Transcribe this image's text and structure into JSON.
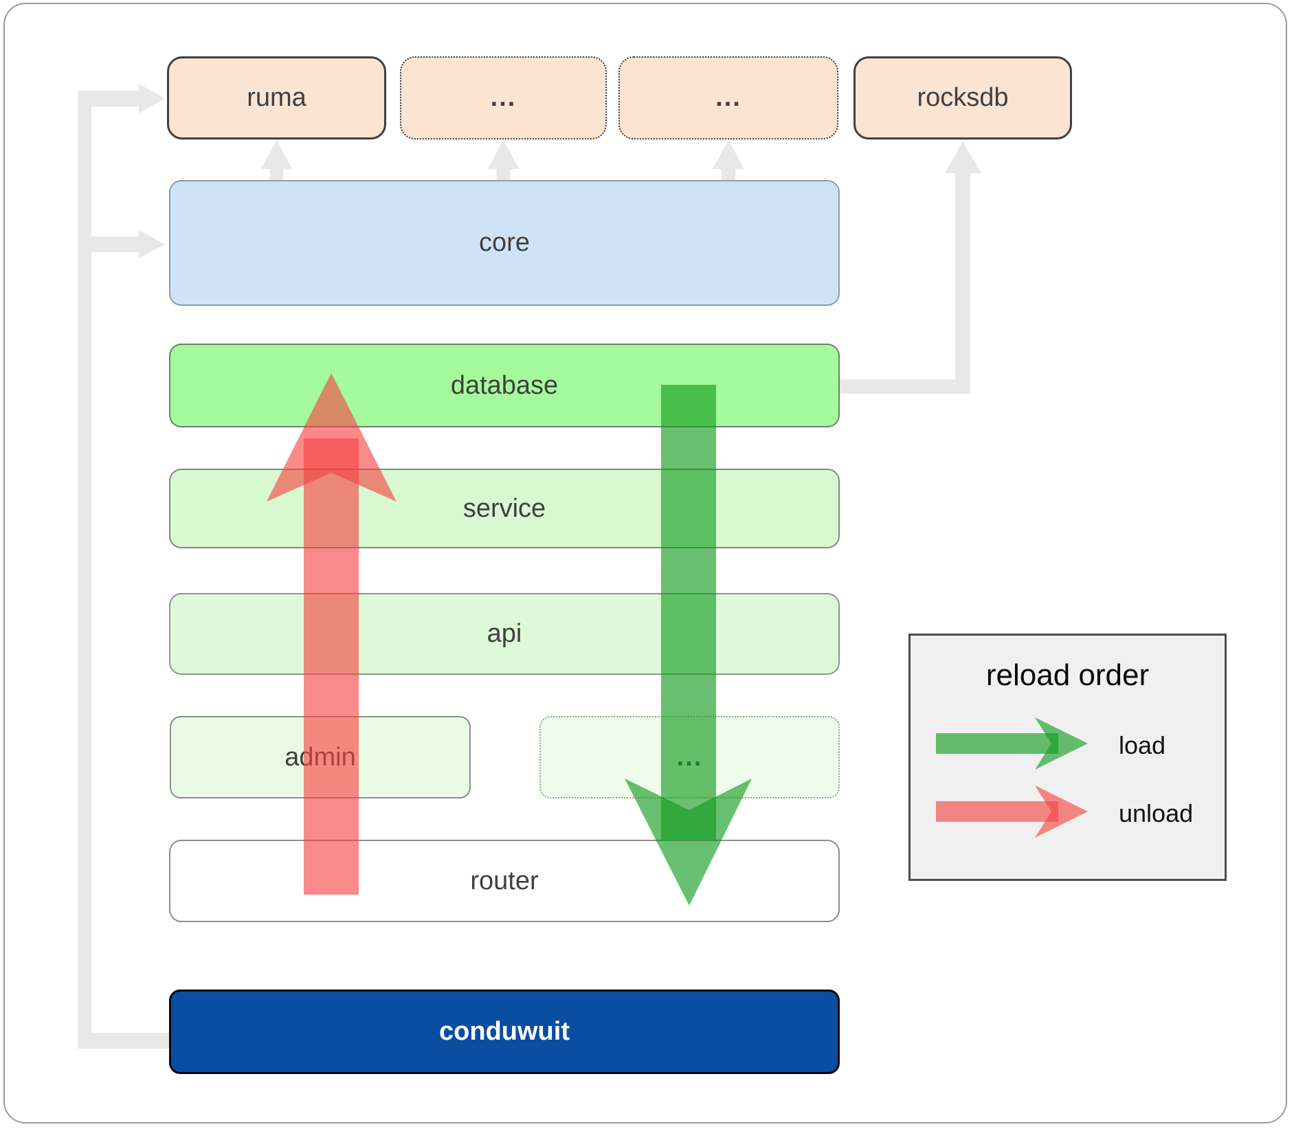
{
  "boxes": {
    "ruma": {
      "label": "ruma"
    },
    "dots_top_1": {
      "label": "..."
    },
    "dots_top_2": {
      "label": "..."
    },
    "rocksdb": {
      "label": "rocksdb"
    },
    "core": {
      "label": "core"
    },
    "database": {
      "label": "database"
    },
    "service": {
      "label": "service"
    },
    "api": {
      "label": "api"
    },
    "admin": {
      "label": "admin"
    },
    "dots_admin": {
      "label": "..."
    },
    "router": {
      "label": "router"
    },
    "conduwuit": {
      "label": "conduwuit"
    }
  },
  "legend": {
    "title": "reload order",
    "items": [
      {
        "label": "load",
        "color": "#129b1e"
      },
      {
        "label": "unload",
        "color": "#f54242"
      }
    ]
  },
  "colors": {
    "connector": "#e8e8e8",
    "load_arrow": "#129b1e",
    "unload_arrow": "#f54242",
    "node_peach": "#fce4d3",
    "core_blue": "#cfe3f6",
    "database_green": "#a5fa9b",
    "service_green": "#d8f8d1",
    "api_green": "#def9d8",
    "admin_green": "#e9fbe4",
    "router_white": "#ffffff",
    "conduwuit_blue": "#0b4da1",
    "legend_bg": "#f0f0f0"
  }
}
